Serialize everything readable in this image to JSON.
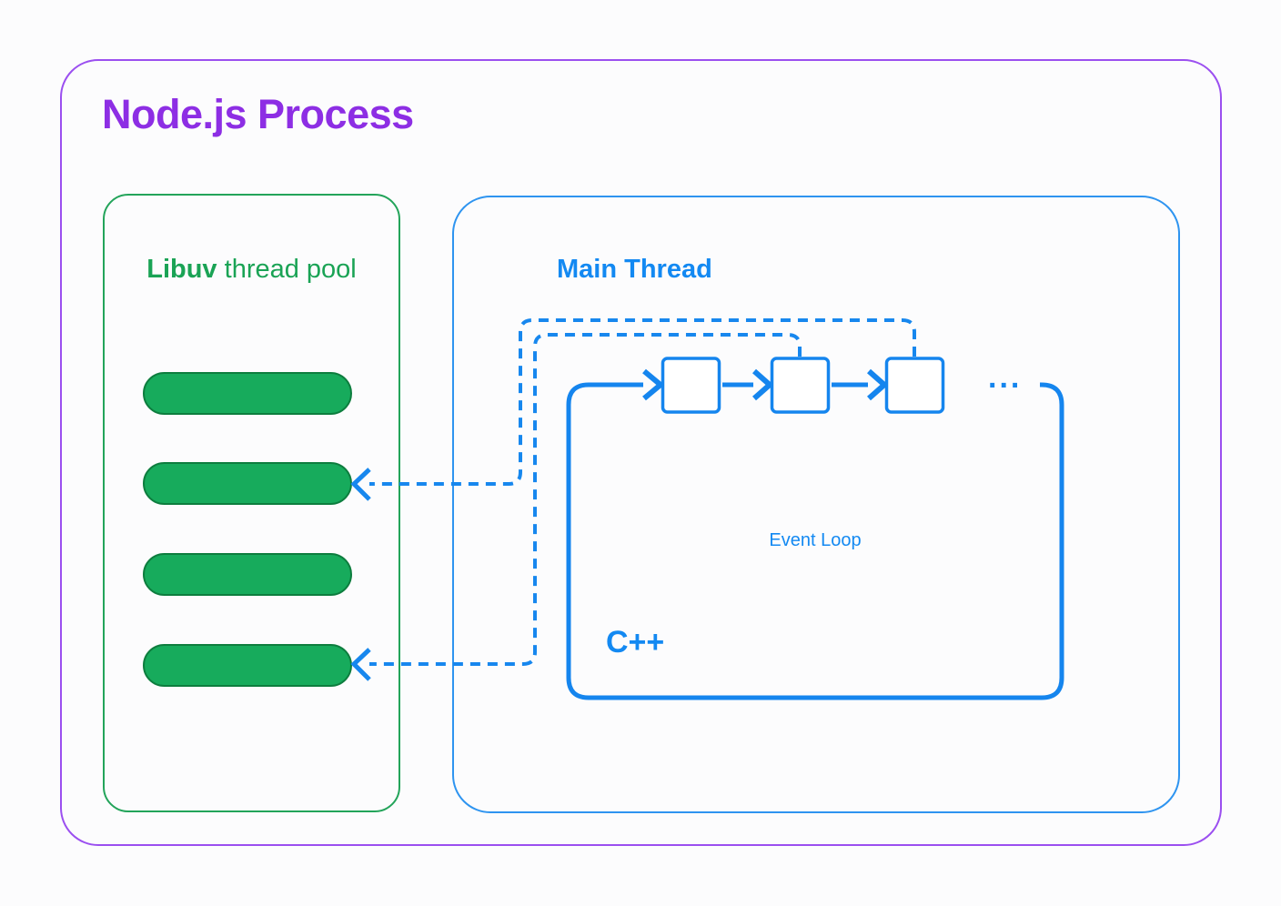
{
  "process": {
    "title": "Node.js Process"
  },
  "thread_pool": {
    "title_bold": "Libuv",
    "title_regular": " thread pool",
    "thread_count": 4
  },
  "main_thread": {
    "title": "Main Thread",
    "event_loop": {
      "label": "Event Loop",
      "language": "C++",
      "ellipsis": "...",
      "queue_item_count": 3
    }
  },
  "colors": {
    "process_border": "#9b4ff0",
    "process_title": "#8d2ee4",
    "pool_border": "#23a45a",
    "pool_title": "#1aa355",
    "thread_pill_fill": "#17ab5c",
    "thread_pill_border": "#0d7d3e",
    "main_border": "#2e94f0",
    "main_text": "#1389f2",
    "loop_line": "#1585ee",
    "callback_dash": "#1787ee"
  }
}
